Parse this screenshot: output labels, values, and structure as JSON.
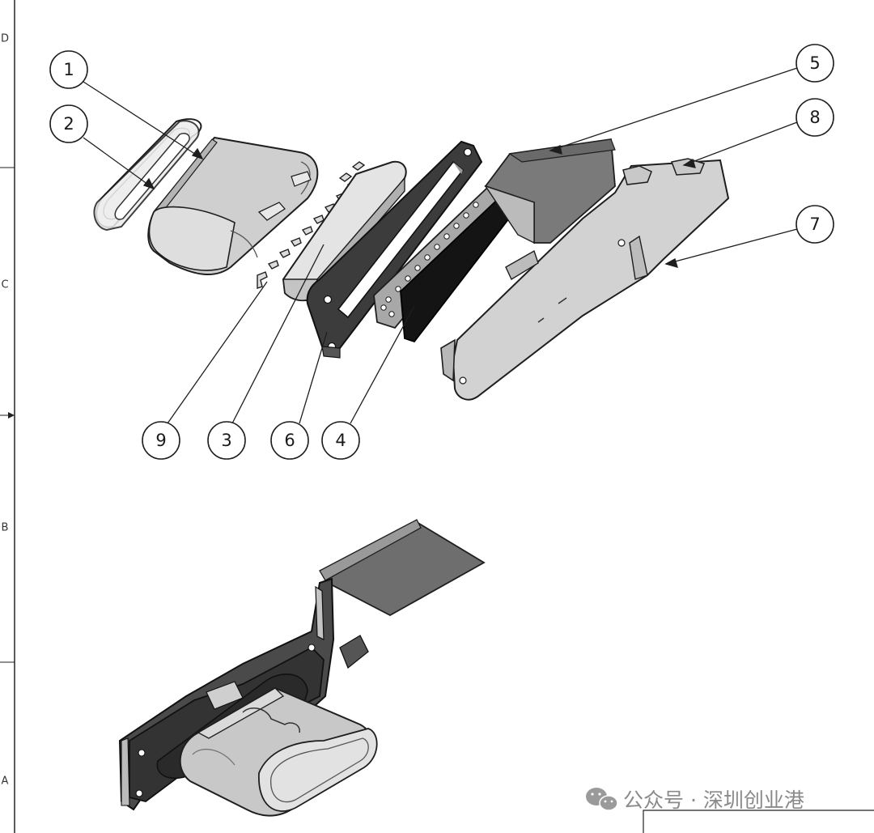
{
  "border": {
    "zone_labels": [
      "D",
      "C",
      "B",
      "A"
    ]
  },
  "callouts": [
    {
      "id": "1",
      "label": "1"
    },
    {
      "id": "2",
      "label": "2"
    },
    {
      "id": "3",
      "label": "3"
    },
    {
      "id": "4",
      "label": "4"
    },
    {
      "id": "5",
      "label": "5"
    },
    {
      "id": "6",
      "label": "6"
    },
    {
      "id": "7",
      "label": "7"
    },
    {
      "id": "8",
      "label": "8"
    },
    {
      "id": "9",
      "label": "9"
    }
  ],
  "watermark": {
    "text": "公众号 · 深圳创业港",
    "icon": "wechat-icon"
  },
  "colors": {
    "shell_light": "#d9d9d9",
    "shell_mid": "#b4b4b4",
    "shell_dark": "#7d7d7d",
    "frame_dark": "#3c3c3c",
    "pad_black": "#141414",
    "board_gray": "#6e6e6e",
    "outline": "#1e1e1e"
  }
}
